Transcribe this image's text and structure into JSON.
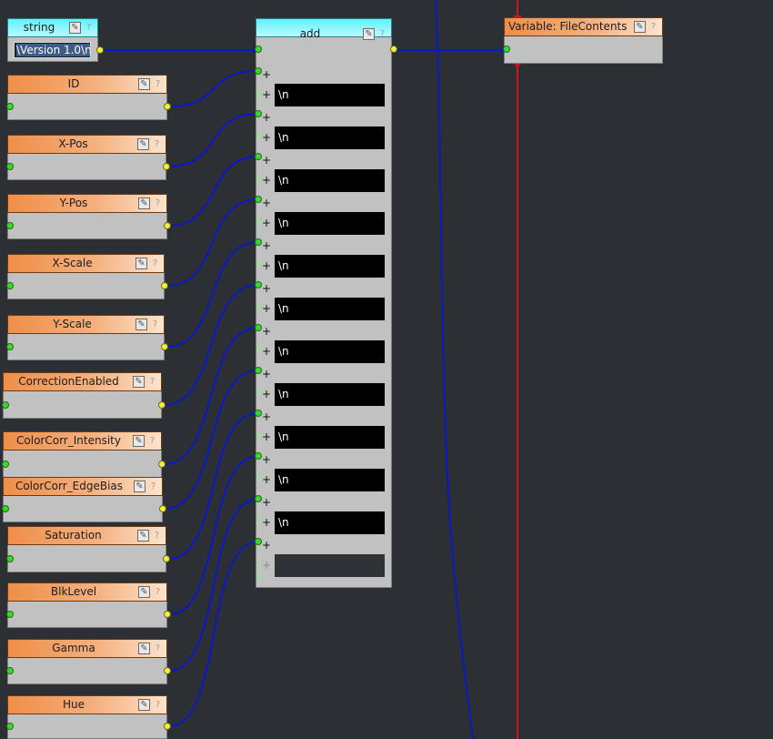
{
  "string_node": {
    "title": "string",
    "value": "\\Version 1.0\\n"
  },
  "add_node": {
    "title": "add",
    "rows": [
      "\\n",
      "\\n",
      "\\n",
      "\\n",
      "\\n",
      "\\n",
      "\\n",
      "\\n",
      "\\n",
      "\\n",
      "\\n",
      ""
    ]
  },
  "variable_node": {
    "title": "Variable: FileContents"
  },
  "input_nodes": [
    {
      "label": "ID"
    },
    {
      "label": "X-Pos"
    },
    {
      "label": "Y-Pos"
    },
    {
      "label": "X-Scale"
    },
    {
      "label": "Y-Scale"
    },
    {
      "label": "CorrectionEnabled"
    },
    {
      "label": "ColorCorr_Intensity"
    },
    {
      "label": "ColorCorr_EdgeBias"
    },
    {
      "label": "Saturation"
    },
    {
      "label": "BlkLevel"
    },
    {
      "label": "Gamma"
    },
    {
      "label": "Hue"
    }
  ],
  "icons": {
    "edit": "✎",
    "help": "?",
    "plus": "+"
  },
  "colors": {
    "canvas": "#2c2f33",
    "wire": "#0a18c8",
    "red_wire": "#d11414",
    "orange_header": "#ef8e48",
    "cyan_header": "#5ff0fb",
    "node_body": "#c1c1c1"
  }
}
